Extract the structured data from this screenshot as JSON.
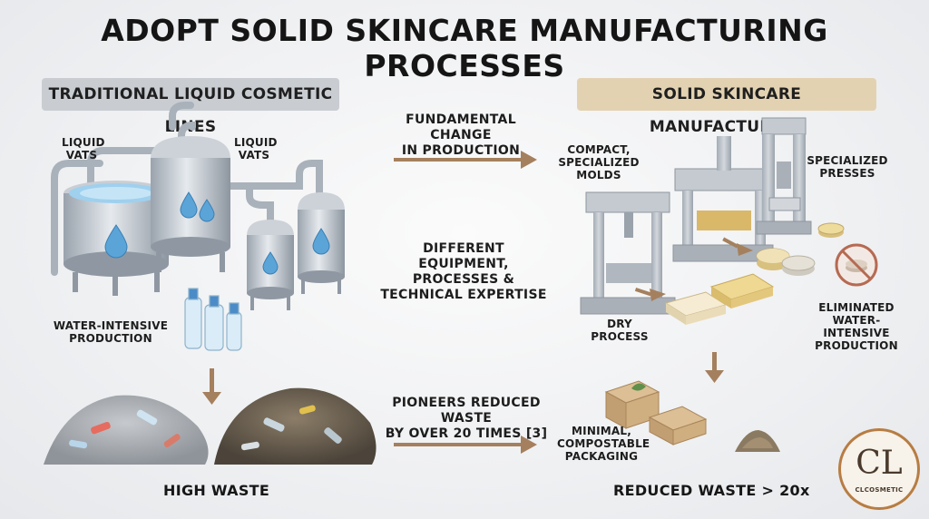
{
  "title": "ADOPT SOLID SKINCARE MANUFACTURING PROCESSES",
  "left": {
    "heading": "TRADITIONAL LIQUID COSMETIC LINES",
    "label_vats_1": [
      "LIQUID",
      "VATS"
    ],
    "label_vats_2": [
      "LIQUID",
      "VATS"
    ],
    "label_water": [
      "WATER-INTENSIVE",
      "PRODUCTION"
    ],
    "bottom": "HIGH WASTE"
  },
  "middle": {
    "step1": [
      "FUNDAMENTAL CHANGE",
      "IN PRODUCTION"
    ],
    "step2": [
      "DIFFERENT EQUIPMENT,",
      "PROCESSES &",
      "TECHNICAL EXPERTISE"
    ],
    "step3": [
      "PIONEERS REDUCED WASTE",
      "BY OVER 20 TIMES [3]"
    ]
  },
  "right": {
    "heading": "SOLID SKINCARE MANUFACTURING",
    "label_molds": [
      "COMPACT,",
      "SPECIALIZED",
      "MOLDS"
    ],
    "label_presses": [
      "SPECIALIZED",
      "PRESSES"
    ],
    "label_dry": "DRY PROCESS",
    "label_eliminated": [
      "ELIMINATED",
      "WATER-INTENSIVE",
      "PRODUCTION"
    ],
    "label_packaging": [
      "MINIMAL,",
      "COMPOSTABLE",
      "PACKAGING"
    ],
    "bottom": "REDUCED WASTE > 20x"
  },
  "logo": {
    "mark": "CL",
    "text": "CLCOSMETIC"
  },
  "colors": {
    "arrow": "#a5805e",
    "steel": "#b9c0c8",
    "water": "#5aa4d8",
    "solid": "#ead9a7",
    "cardboard": "#c9a77c"
  }
}
